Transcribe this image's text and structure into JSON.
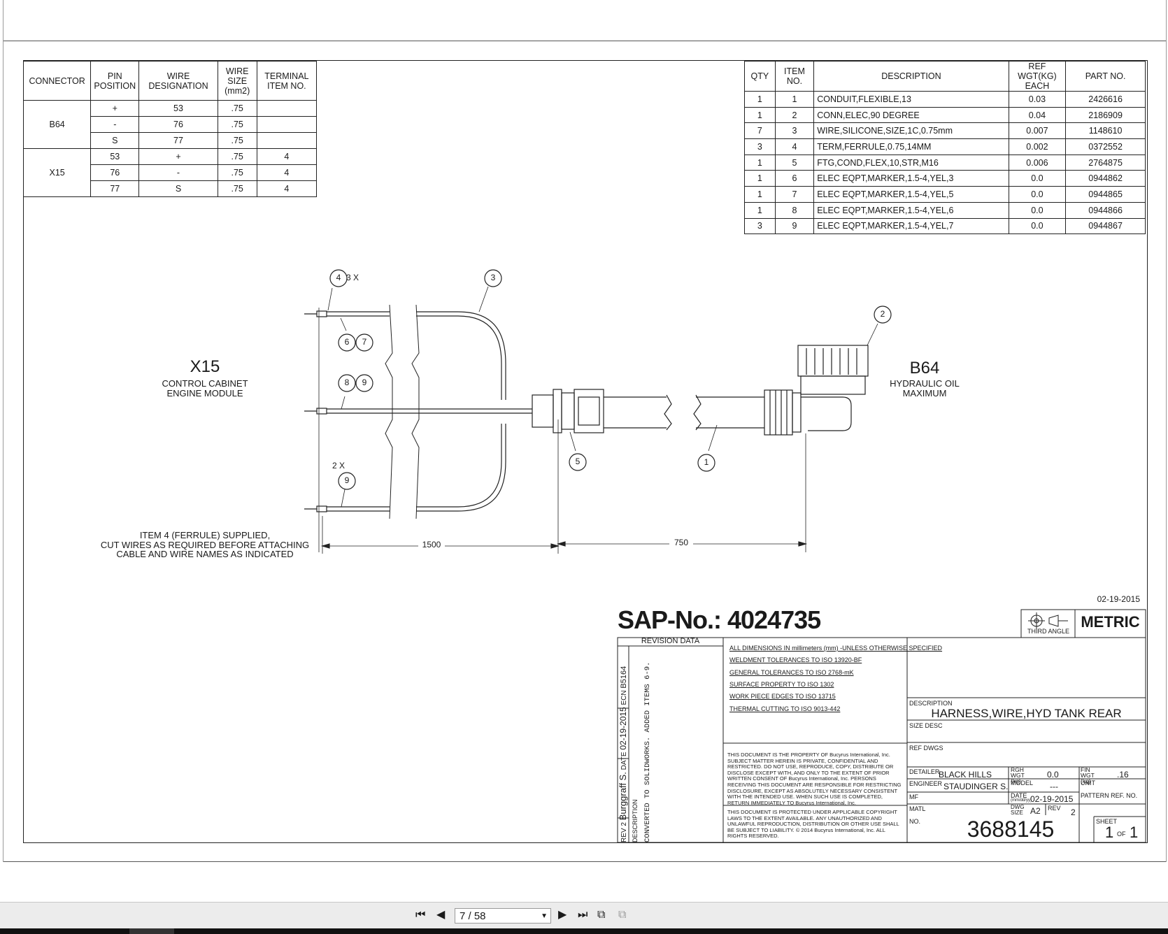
{
  "viewer": {
    "page_indicator": "7 / 58",
    "icons": [
      "first-page-icon",
      "previous-page-icon",
      "next-page-icon",
      "last-page-icon",
      "page-layout-icon",
      "page-thumbnail-icon"
    ]
  },
  "connector_table": {
    "headers": [
      "CONNECTOR",
      "PIN POSITION",
      "WIRE DESIGNATION",
      "WIRE SIZE (mm2)",
      "TERMINAL ITEM NO."
    ],
    "rows": [
      {
        "connector": "B64",
        "pin": "+",
        "wire": "53",
        "size": ".75",
        "terminal": ""
      },
      {
        "connector": "",
        "pin": "-",
        "wire": "76",
        "size": ".75",
        "terminal": ""
      },
      {
        "connector": "",
        "pin": "S",
        "wire": "77",
        "size": ".75",
        "terminal": ""
      },
      {
        "connector": "X15",
        "pin": "53",
        "wire": "+",
        "size": ".75",
        "terminal": "4"
      },
      {
        "connector": "",
        "pin": "76",
        "wire": "-",
        "size": ".75",
        "terminal": "4"
      },
      {
        "connector": "",
        "pin": "77",
        "wire": "S",
        "size": ".75",
        "terminal": "4"
      }
    ]
  },
  "bom_table": {
    "headers": [
      "QTY",
      "ITEM NO.",
      "DESCRIPTION",
      "REF WGT(KG) EACH",
      "PART NO."
    ],
    "rows": [
      {
        "qty": "1",
        "item": "1",
        "desc": "CONDUIT,FLEXIBLE,13",
        "wgt": "0.03",
        "part": "2426616"
      },
      {
        "qty": "1",
        "item": "2",
        "desc": "CONN,ELEC,90 DEGREE",
        "wgt": "0.04",
        "part": "2186909"
      },
      {
        "qty": "7",
        "item": "3",
        "desc": "WIRE,SILICONE,SIZE,1C,0.75mm",
        "wgt": "0.007",
        "part": "1148610"
      },
      {
        "qty": "3",
        "item": "4",
        "desc": "TERM,FERRULE,0.75,14MM",
        "wgt": "0.002",
        "part": "0372552"
      },
      {
        "qty": "1",
        "item": "5",
        "desc": "FTG,COND,FLEX,10,STR,M16",
        "wgt": "0.006",
        "part": "2764875"
      },
      {
        "qty": "1",
        "item": "6",
        "desc": "ELEC EQPT,MARKER,1.5-4,YEL,3",
        "wgt": "0.0",
        "part": "0944862"
      },
      {
        "qty": "1",
        "item": "7",
        "desc": "ELEC EQPT,MARKER,1.5-4,YEL,5",
        "wgt": "0.0",
        "part": "0944865"
      },
      {
        "qty": "1",
        "item": "8",
        "desc": "ELEC EQPT,MARKER,1.5-4,YEL,6",
        "wgt": "0.0",
        "part": "0944866"
      },
      {
        "qty": "3",
        "item": "9",
        "desc": "ELEC EQPT,MARKER,1.5-4,YEL,7",
        "wgt": "0.0",
        "part": "0944867"
      }
    ]
  },
  "drawing": {
    "x15_title": "X15",
    "x15_sub": "CONTROL CABINET\nENGINE MODULE",
    "b64_title": "B64",
    "b64_sub": "HYDRAULIC OIL\nMAXIMUM",
    "balloon_4_qty": "3 X",
    "balloon_9_qty": "2 X",
    "balloons": [
      "4",
      "3",
      "6",
      "7",
      "8",
      "9",
      "9",
      "5",
      "1",
      "2"
    ],
    "note": "ITEM 4 (FERRULE) SUPPLIED,\nCUT WIRES AS REQUIRED BEFORE ATTACHING\nCABLE AND WIRE NAMES AS INDICATED",
    "dim_left": "1500",
    "dim_right": "750"
  },
  "title_block": {
    "date_top": "02-19-2015",
    "sap": "SAP-No.: 4024735",
    "projection": "THIRD ANGLE",
    "units": "METRIC",
    "revision_data": "REVISION DATA",
    "rev_col": {
      "rev_label": "REV",
      "rev_value": "2",
      "by": "Burggraff S.",
      "date_label": "DATE",
      "date_value": "02-19-2015",
      "ecn_label": "ECN",
      "ecn_value": "B5164",
      "desc_label": "DESCRIPTION",
      "desc_value": "CONVERTED TO SOLIDWORKS. ADDED ITEMS 6-9."
    },
    "spec_lines": [
      "ALL DIMENSIONS IN millimeters (mm) -UNLESS OTHERWISE SPECIFIED",
      "WELDMENT TOLERANCES TO ISO 13920-BF",
      "GENERAL TOLERANCES TO ISO 2768-mK",
      "SURFACE PROPERTY TO ISO 1302",
      "WORK PIECE EDGES TO ISO 13715",
      "THERMAL CUTTING TO ISO 9013-442"
    ],
    "property_notice": "THIS DOCUMENT IS THE PROPERTY OF Bucyrus International, Inc. SUBJECT MATTER HEREIN IS PRIVATE, CONFIDENTIAL AND RESTRICTED. DO NOT USE, REPRODUCE, COPY, DISTRIBUTE OR DISCLOSE EXCEPT WITH, AND ONLY TO THE EXTENT OF PRIOR WRITTEN CONSENT OF Bucyrus International, Inc. PERSONS RECEIVING THIS DOCUMENT ARE RESPONSIBLE FOR RESTRICTING DISCLOSURE, EXCEPT AS ABSOLUTELY NECESSARY CONSISTENT WITH THE INTENDED USE. WHEN SUCH USE IS COMPLETED, RETURN IMMEDIATELY TO Bucyrus International, Inc.",
    "copyright_notice": "THIS DOCUMENT IS PROTECTED UNDER APPLICABLE COPYRIGHT LAWS TO THE EXTENT AVAILABLE. ANY UNAUTHORIZED AND UNLAWFUL REPRODUCTION, DISTRIBUTION OR OTHER USE SHALL BE SUBJECT TO LIABILITY. © 2014 Bucyrus International, Inc. ALL RIGHTS RESERVED.",
    "description_label": "DESCRIPTION",
    "description_value": "HARNESS,WIRE,HYD TANK REAR",
    "size_desc_label": "SIZE DESC",
    "ref_dwgs_label": "REF DWGS",
    "detailer_label": "DETAILER",
    "detailer_value": "BLACK HILLS",
    "engineer_label": "ENGINEER",
    "engineer_value": "STAUDINGER S.",
    "mf_label": "MF",
    "matl_label": "MATL",
    "no_label": "NO.",
    "no_value": "3688145",
    "rgh_wgt_label": "RGH WGT (kg)",
    "rgh_wgt_value": "0.0",
    "fin_wgt_label": "FIN WGT (kg)",
    "fin_wgt_value": ".16",
    "model_label": "MODEL",
    "model_value": "---",
    "unit_label": "UNIT",
    "date_label": "DATE",
    "date_sub": "(mm/dd/yy)",
    "date_value": "02-19-2015",
    "pattern_label": "PATTERN REF. NO.",
    "dwg_size_label": "DWG SIZE",
    "dwg_size_value": "A2",
    "rev_label": "REV",
    "rev_value": "2",
    "sheet_label": "SHEET",
    "sheet_value": "1",
    "sheet_of": "OF",
    "sheet_total": "1"
  }
}
